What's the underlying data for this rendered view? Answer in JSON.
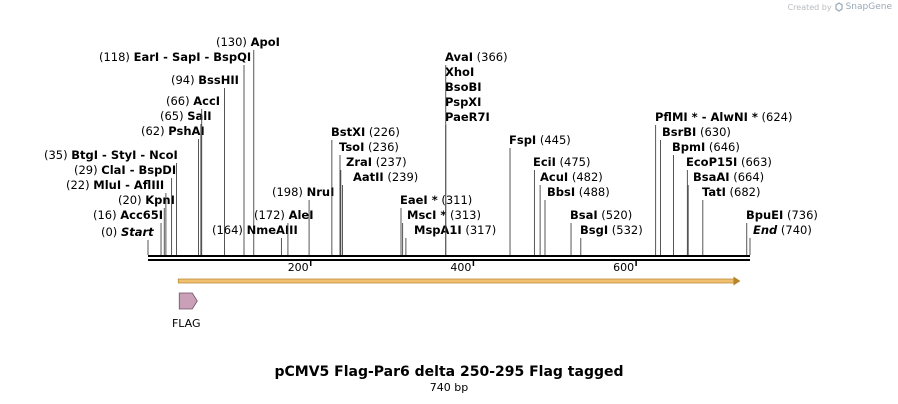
{
  "header": {
    "created_by": "Created by",
    "brand": "SnapGene"
  },
  "sequence": {
    "name": "pCMV5 Flag-Par6 delta 250-295 Flag tagged",
    "length_label": "740 bp",
    "length": 740
  },
  "ruler": {
    "ticks": [
      {
        "value": 200,
        "label": "200"
      },
      {
        "value": 400,
        "label": "400"
      },
      {
        "value": 600,
        "label": "600"
      }
    ]
  },
  "features": [
    {
      "name": "FLAG",
      "start": 4,
      "end": 27,
      "color": "#c9a0b8",
      "type": "arrow"
    },
    {
      "name": "",
      "start": 4,
      "end": 727,
      "color": "#f0c071",
      "type": "orf"
    }
  ],
  "colors": {
    "backbone": "#000000",
    "orf_fill": "#f0c071",
    "orf_stroke": "#b5842c",
    "feature_fill": "#c9a0b8",
    "feature_stroke": "#6f5064",
    "credit": "#b8bcc0"
  },
  "sites": [
    {
      "pos": 0,
      "parts": [
        "Start"
      ],
      "italic": true,
      "numFirst": true
    },
    {
      "pos": 16,
      "parts": [
        "Acc65I"
      ],
      "numFirst": true
    },
    {
      "pos": 20,
      "parts": [
        "KpnI"
      ],
      "numFirst": true
    },
    {
      "pos": 22,
      "parts": [
        "MluI",
        "AflIII"
      ],
      "numFirst": true
    },
    {
      "pos": 29,
      "parts": [
        "ClaI",
        "BspDI"
      ],
      "numFirst": true
    },
    {
      "pos": 35,
      "parts": [
        "BtgI",
        "StyI",
        "NcoI"
      ],
      "numFirst": true
    },
    {
      "pos": 62,
      "parts": [
        "PshAI"
      ],
      "numFirst": true
    },
    {
      "pos": 65,
      "parts": [
        "SalI"
      ],
      "numFirst": true
    },
    {
      "pos": 66,
      "parts": [
        "AccI"
      ],
      "numFirst": true
    },
    {
      "pos": 94,
      "parts": [
        "BssHII"
      ],
      "numFirst": true
    },
    {
      "pos": 118,
      "parts": [
        "EarI",
        "SapI",
        "BspQI"
      ],
      "numFirst": true
    },
    {
      "pos": 130,
      "parts": [
        "ApoI"
      ],
      "numFirst": true
    },
    {
      "pos": 164,
      "parts": [
        "NmeAIII"
      ],
      "numFirst": true
    },
    {
      "pos": 172,
      "parts": [
        "AleI"
      ],
      "numFirst": true
    },
    {
      "pos": 198,
      "parts": [
        "NruI"
      ],
      "numFirst": true
    },
    {
      "pos": 226,
      "parts": [
        "BstXI"
      ]
    },
    {
      "pos": 236,
      "parts": [
        "TsoI"
      ]
    },
    {
      "pos": 237,
      "parts": [
        "ZraI"
      ]
    },
    {
      "pos": 239,
      "parts": [
        "AatII"
      ]
    },
    {
      "pos": 311,
      "parts": [
        "EaeI *"
      ]
    },
    {
      "pos": 313,
      "parts": [
        "MscI *"
      ]
    },
    {
      "pos": 317,
      "parts": [
        "MspA1I"
      ]
    },
    {
      "pos": 366,
      "parts": [
        "AvaI"
      ],
      "extra": [
        "XhoI",
        "BsoBI",
        "PspXI",
        "PaeR7I"
      ]
    },
    {
      "pos": 445,
      "parts": [
        "FspI"
      ]
    },
    {
      "pos": 475,
      "parts": [
        "EciI"
      ]
    },
    {
      "pos": 482,
      "parts": [
        "AcuI"
      ]
    },
    {
      "pos": 488,
      "parts": [
        "BbsI"
      ]
    },
    {
      "pos": 520,
      "parts": [
        "BsaI"
      ]
    },
    {
      "pos": 532,
      "parts": [
        "BsgI"
      ]
    },
    {
      "pos": 624,
      "parts": [
        "PflMI *",
        "AlwNI *"
      ]
    },
    {
      "pos": 630,
      "parts": [
        "BsrBI"
      ]
    },
    {
      "pos": 646,
      "parts": [
        "BpmI"
      ]
    },
    {
      "pos": 663,
      "parts": [
        "EcoP15I"
      ]
    },
    {
      "pos": 664,
      "parts": [
        "BsaAI"
      ]
    },
    {
      "pos": 682,
      "parts": [
        "TatI"
      ]
    },
    {
      "pos": 736,
      "parts": [
        "BpuEI"
      ]
    },
    {
      "pos": 740,
      "parts": [
        "End"
      ],
      "italic": true
    }
  ]
}
